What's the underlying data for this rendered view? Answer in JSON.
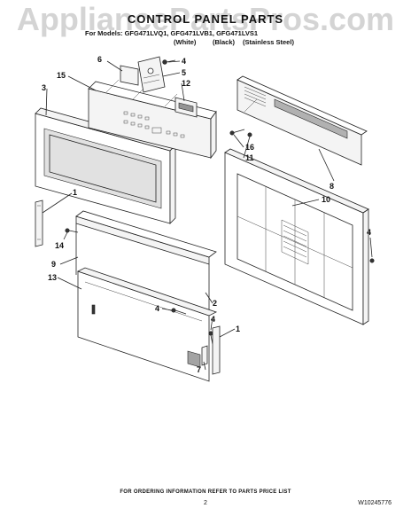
{
  "watermark": "AppliancePartsPros.com",
  "title": "CONTROL PANEL PARTS",
  "models_line": "For Models: GFG471LVQ1, GFG471LVB1, GFG471LVS1",
  "variants": [
    "(White)",
    "(Black)",
    "(Stainless Steel)"
  ],
  "footer_note": "FOR ORDERING INFORMATION REFER TO PARTS PRICE LIST",
  "page_number": "2",
  "document_number": "W10245776",
  "callouts": [
    "6",
    "4",
    "5",
    "15",
    "12",
    "3",
    "16",
    "11",
    "8",
    "10",
    "1",
    "14",
    "9",
    "13",
    "4",
    "2",
    "4",
    "1",
    "7"
  ]
}
